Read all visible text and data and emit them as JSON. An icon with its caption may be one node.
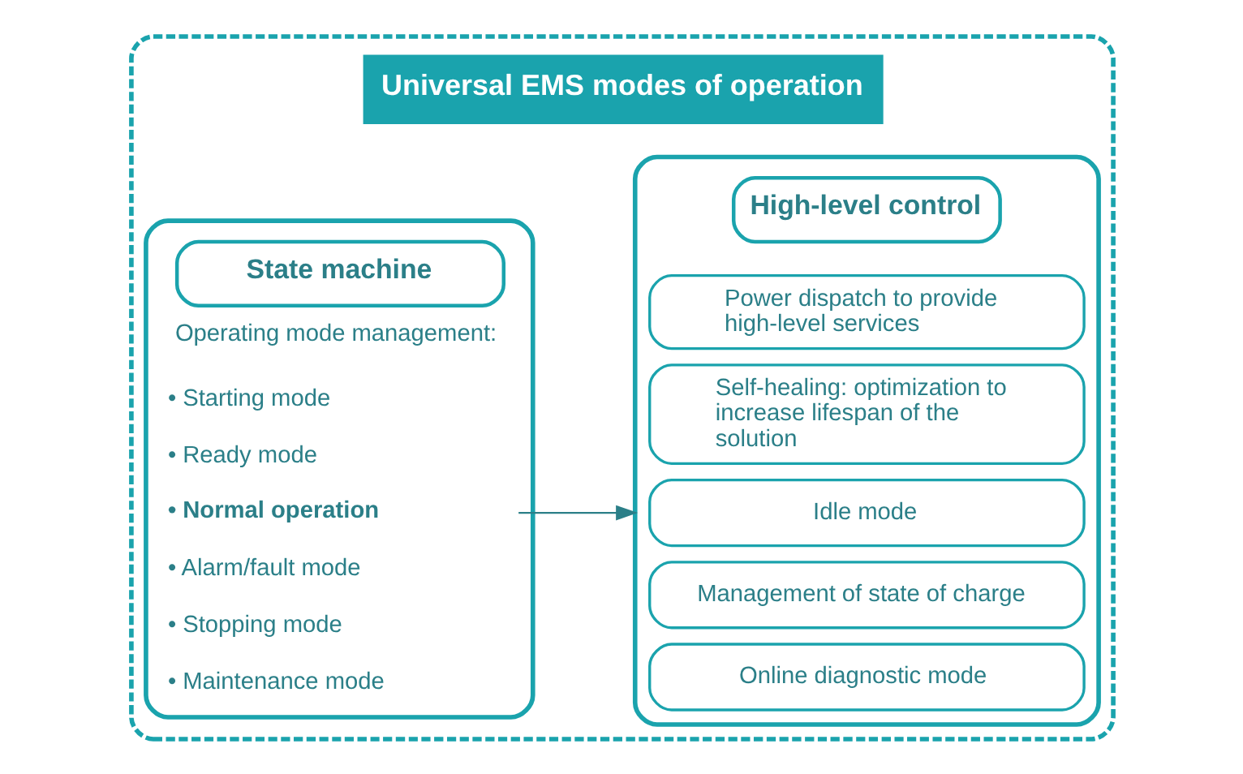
{
  "diagram": {
    "nodes": [
      {
        "text": [
          "Universal EMS modes of operation"
        ]
      },
      {
        "text": [
          "State machine",
          "Operating mode management:"
        ],
        "in": 0
      },
      {
        "text": [
          "• Starting mode"
        ],
        "in": 1
      },
      {
        "text": [
          "• Ready mode"
        ],
        "in": 1
      },
      {
        "text": [
          "• Normal operation"
        ],
        "in": 1
      },
      {
        "text": [
          "• Alarm/fault mode"
        ],
        "in": 1
      },
      {
        "text": [
          "• Stopping mode"
        ],
        "in": 1
      },
      {
        "text": [
          "• Maintenance mode"
        ],
        "in": 1
      },
      {
        "text": [
          "High-level control"
        ],
        "in": 0
      },
      {
        "text": [
          "Power dispatch to provide high-level services"
        ],
        "in": 8
      },
      {
        "text": [
          "Self-healing: optimization to increase lifespan of the solution"
        ],
        "in": 8
      },
      {
        "text": [
          "Idle mode"
        ],
        "in": 8
      },
      {
        "text": [
          "Management of state of charge"
        ],
        "in": 8
      },
      {
        "text": [
          "Online diagnostic mode"
        ],
        "in": 8
      }
    ],
    "edges": [
      {
        "from": 4,
        "to": 8,
        "arrow": "to"
      }
    ]
  }
}
